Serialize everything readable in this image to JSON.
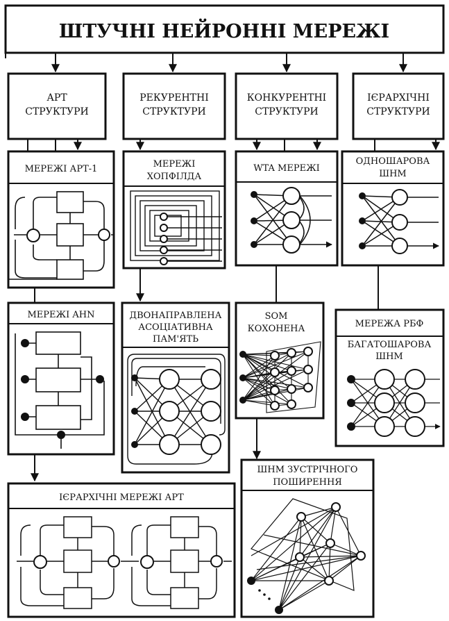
{
  "title": "ШТУЧНІ НЕЙРОННІ МЕРЕЖІ",
  "categories": [
    {
      "line1": "АРТ",
      "line2": "СТРУКТУРИ"
    },
    {
      "line1": "РЕКУРЕНТНІ",
      "line2": "СТРУКТУРИ"
    },
    {
      "line1": "КОНКУРЕНТНІ",
      "line2": "СТРУКТУРИ"
    },
    {
      "line1": "ІЄРАРХІЧНІ",
      "line2": "СТРУКТУРИ"
    }
  ],
  "networks": {
    "art1": "МЕРЕЖІ АРТ-1",
    "hopfield": [
      "МЕРЕЖІ",
      "ХОПФІЛДА"
    ],
    "wta": "WTA МЕРЕЖІ",
    "single_layer": [
      "ОДНОШАРОВА",
      "ШНМ"
    ],
    "ahn": "МЕРЕЖІ AHN",
    "bam": [
      "ДВОНАПРАВЛЕНА",
      "АСОЦІАТИВНА",
      "ПАМ'ЯТЬ"
    ],
    "som": [
      "SOM",
      "КОХОНЕНА"
    ],
    "rbf": "МЕРЕЖА РБФ",
    "multi_layer": [
      "БАГАТОШАРОВА",
      "ШНМ"
    ],
    "hier_art": "ІЄРАРХІЧНІ МЕРЕЖІ АРТ",
    "counter": [
      "ШНМ ЗУСТРІЧНОГО",
      "ПОШИРЕННЯ"
    ]
  },
  "colors": {
    "stroke": "#111111",
    "background": "#ffffff"
  }
}
